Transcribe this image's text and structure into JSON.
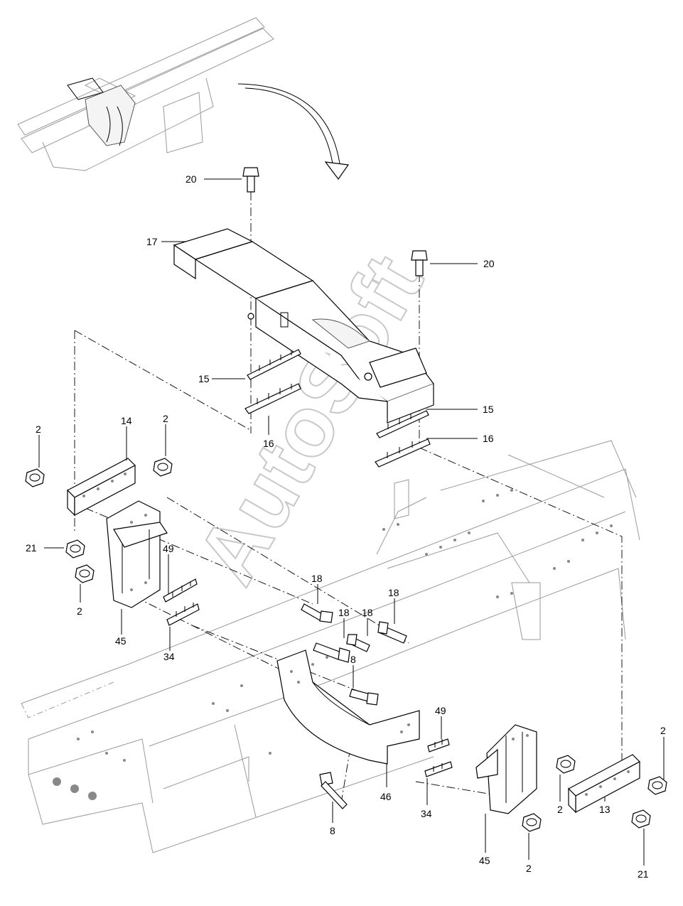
{
  "watermark": "AutoSoft",
  "callouts": [
    {
      "id": "c20a",
      "label": "20"
    },
    {
      "id": "c17",
      "label": "17"
    },
    {
      "id": "c20b",
      "label": "20"
    },
    {
      "id": "c15a",
      "label": "15"
    },
    {
      "id": "c16a",
      "label": "16"
    },
    {
      "id": "c15b",
      "label": "15"
    },
    {
      "id": "c16b",
      "label": "16"
    },
    {
      "id": "c2a",
      "label": "2"
    },
    {
      "id": "c14",
      "label": "14"
    },
    {
      "id": "c2b",
      "label": "2"
    },
    {
      "id": "c21a",
      "label": "21"
    },
    {
      "id": "c2c",
      "label": "2"
    },
    {
      "id": "c49a",
      "label": "49"
    },
    {
      "id": "c45a",
      "label": "45"
    },
    {
      "id": "c34a",
      "label": "34"
    },
    {
      "id": "c18a",
      "label": "18"
    },
    {
      "id": "c18b",
      "label": "18"
    },
    {
      "id": "c18c",
      "label": "18"
    },
    {
      "id": "c18d",
      "label": "18"
    },
    {
      "id": "c8a",
      "label": "8"
    },
    {
      "id": "c49b",
      "label": "49"
    },
    {
      "id": "c46",
      "label": "46"
    },
    {
      "id": "c34b",
      "label": "34"
    },
    {
      "id": "c8b",
      "label": "8"
    },
    {
      "id": "c45b",
      "label": "45"
    },
    {
      "id": "c2d",
      "label": "2"
    },
    {
      "id": "c2e",
      "label": "2"
    },
    {
      "id": "c13",
      "label": "13"
    },
    {
      "id": "c2f",
      "label": "2"
    },
    {
      "id": "c21b",
      "label": "21"
    }
  ]
}
